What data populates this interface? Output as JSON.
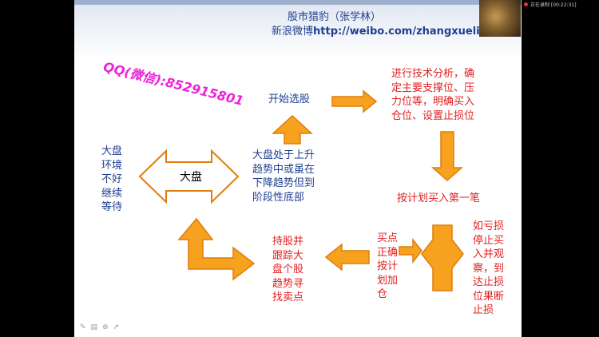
{
  "slide": {
    "title_line1": "股市猎豹（张学林）",
    "title_line2_prefix": "新浪微博",
    "title_line2_url": "http://weibo.com/zhangxuelin",
    "qq": "QQ(微信):852915801",
    "start": "开始选股",
    "analysis": "进行技术分析，确\n定主要支撑位、压\n力位等，明确买入\n仓位、设置止损位",
    "plan_buy": "按计划买入第一笔",
    "stop_loss": "如亏损\n停止买\n入并观\n察，到\n达止损\n位果断\n止损",
    "buy_correct": "买点\n正确\n按计\n划加\n仓",
    "hold": "持股并\n跟踪大\n盘个股\n趋势寻\n找卖点",
    "market_up": "大盘处于上升\n趋势中或虽在\n下降趋势但到\n阶段性底部",
    "market_bad": "大盘\n环境\n不好\n继续\n等待",
    "market_box": "大盘"
  },
  "recording": {
    "status": "正在录制 [00:22:31]"
  },
  "toolbar": {
    "icons": [
      "pen-icon",
      "slides-icon",
      "zoom-icon",
      "pointer-icon"
    ]
  },
  "colors": {
    "arrow_fill": "#f6a21e",
    "arrow_stroke": "#e07d0c",
    "title_blue": "#1f3f8f",
    "accent_red": "#e02020",
    "qq_pink": "#ee22dd"
  }
}
